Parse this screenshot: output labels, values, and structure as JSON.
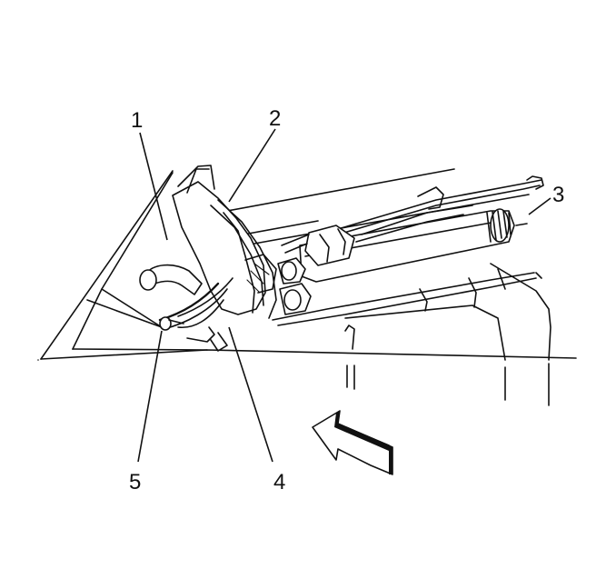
{
  "callouts": [
    {
      "id": "1",
      "label": "1"
    },
    {
      "id": "2",
      "label": "2"
    },
    {
      "id": "3",
      "label": "3"
    },
    {
      "id": "4",
      "label": "4"
    },
    {
      "id": "5",
      "label": "5"
    }
  ],
  "view_arrow": {
    "icon": "view-direction-arrow-icon"
  },
  "colors": {
    "line": "#111111",
    "background": "#ffffff"
  }
}
